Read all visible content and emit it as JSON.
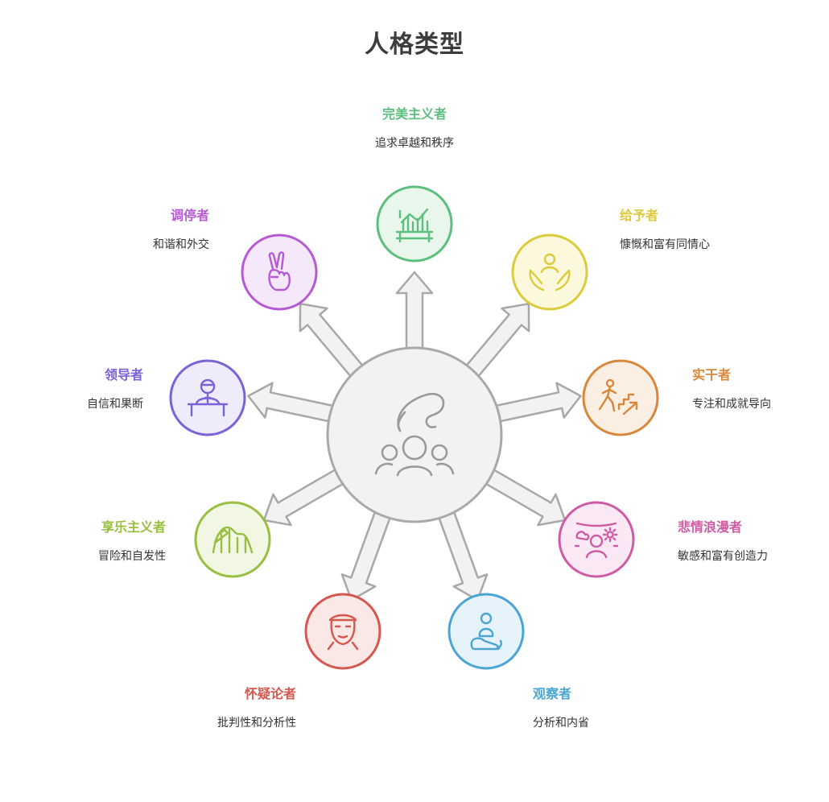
{
  "title": "人格类型",
  "types": [
    {
      "key": "perfectionist",
      "name": "完美主义者",
      "desc": "追求卓越和秩序",
      "color": "#5cbf7d",
      "fill": "#e8f6ec",
      "icon": "bookshelf-chart-icon"
    },
    {
      "key": "giver",
      "name": "给予者",
      "desc": "慷慨和富有同情心",
      "color": "#dccb3c",
      "fill": "#fbf8dc",
      "icon": "hands-person-icon"
    },
    {
      "key": "achiever",
      "name": "实干者",
      "desc": "专注和成就导向",
      "color": "#d8873b",
      "fill": "#fbefe3",
      "icon": "climbing-stairs-icon"
    },
    {
      "key": "romantic",
      "name": "悲情浪漫者",
      "desc": "敏感和富有创造力",
      "color": "#cf5ba5",
      "fill": "#fae9f4",
      "icon": "person-sun-cloud-icon"
    },
    {
      "key": "observer",
      "name": "观察者",
      "desc": "分析和内省",
      "color": "#4aa5d3",
      "fill": "#e6f3fa",
      "icon": "meditating-person-icon"
    },
    {
      "key": "skeptic",
      "name": "怀疑论者",
      "desc": "批判性和分析性",
      "color": "#d7564e",
      "fill": "#fae8e7",
      "icon": "skeptic-face-icon"
    },
    {
      "key": "enthusiast",
      "name": "享乐主义者",
      "desc": "冒险和自发性",
      "color": "#98bf3f",
      "fill": "#f1f7e3",
      "icon": "rollercoaster-icon"
    },
    {
      "key": "leader",
      "name": "领导者",
      "desc": "自信和果断",
      "color": "#7a62d8",
      "fill": "#eeebfa",
      "icon": "speaker-podium-icon"
    },
    {
      "key": "mediator",
      "name": "调停者",
      "desc": "和谐和外交",
      "color": "#b55ad3",
      "fill": "#f5e8fa",
      "icon": "peace-hand-icon"
    }
  ],
  "hub": {
    "icon": "group-hand-icon",
    "color": "#a9a9a9",
    "fill": "#f2f2f2"
  }
}
